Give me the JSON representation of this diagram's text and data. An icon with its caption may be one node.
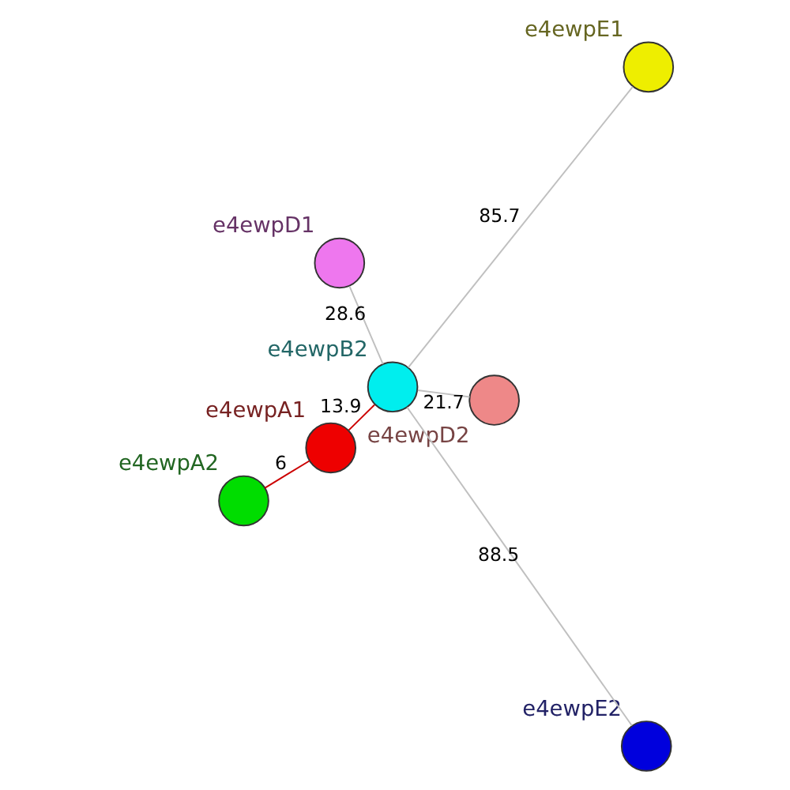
{
  "diagram": {
    "nodes": [
      {
        "text": [],
        "shape": "circle",
        "beside": [
          "e4ewpD1"
        ]
      },
      {
        "text": [],
        "shape": "circle",
        "beside": [
          "e4ewpD2"
        ]
      },
      {
        "text": [],
        "shape": "circle",
        "beside": [
          "e4ewpE2"
        ]
      },
      {
        "text": [],
        "shape": "circle",
        "beside": [
          "e4ewpB2"
        ]
      },
      {
        "text": [],
        "shape": "circle",
        "beside": [
          "e4ewpE1"
        ]
      },
      {
        "text": [],
        "shape": "circle",
        "beside": [
          "e4ewpA1"
        ]
      },
      {
        "text": [],
        "shape": "circle",
        "beside": [
          "e4ewpA2"
        ]
      }
    ],
    "edges": [
      {
        "from": 1,
        "to": 3,
        "arrow": "none",
        "label": "21.7"
      },
      {
        "from": 0,
        "to": 3,
        "arrow": "none",
        "label": "28.6"
      },
      {
        "from": 3,
        "to": 2,
        "arrow": "none",
        "label": "88.5"
      },
      {
        "from": 3,
        "to": 4,
        "arrow": "none",
        "label": "85.7"
      },
      {
        "from": 3,
        "to": 5,
        "arrow": "none",
        "label": "13.9",
        "color": "#cc0000"
      },
      {
        "from": 5,
        "to": 6,
        "arrow": "none",
        "label": "6",
        "color": "#cc0000"
      }
    ]
  }
}
